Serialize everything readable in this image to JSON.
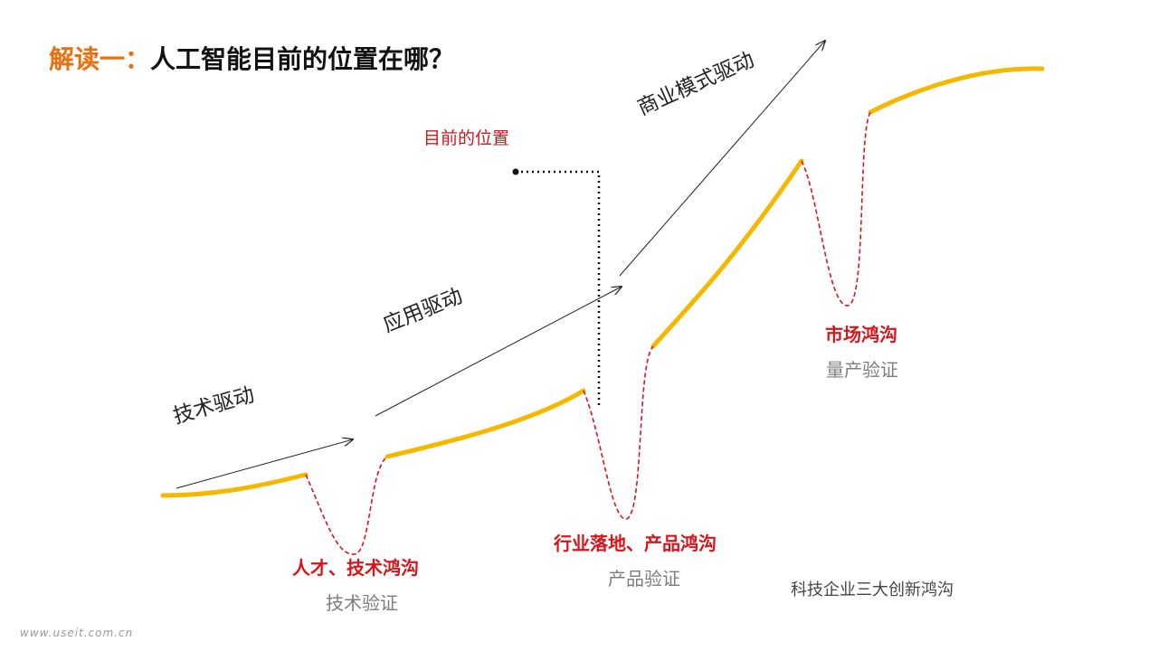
{
  "slide": {
    "title_prefix": "解读一：",
    "title_main": "人工智能目前的位置在哪？",
    "current_position_label": "目前的位置",
    "drivers": {
      "tech": "技术驱动",
      "application": "应用驱动",
      "business": "商业模式驱动"
    },
    "chasms": {
      "first": {
        "name": "人才、技术鸿沟",
        "validation": "技术验证"
      },
      "second": {
        "name": "行业落地、产品鸿沟",
        "validation": "产品验证"
      },
      "third": {
        "name": "市场鸿沟",
        "validation": "量产验证"
      }
    },
    "caption": "科技企业三大创新鸿沟",
    "watermark": "www.useit.com.cn",
    "colors": {
      "title_accent": "#e8700f",
      "curve": "#f5b800",
      "chasm": "#d8141b",
      "validation_text": "#7d7d7d"
    }
  }
}
